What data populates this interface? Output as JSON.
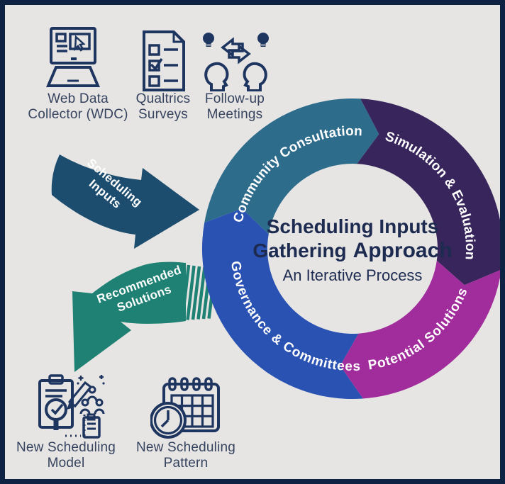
{
  "frame": {
    "background": "#e6e5e3",
    "border_color": "#0e2343"
  },
  "input_sources": {
    "items": [
      {
        "icon": "laptop-web-collector-icon",
        "label": "Web Data Collector (WDC)"
      },
      {
        "icon": "survey-checklist-icon",
        "label": "Qualtrics Surveys"
      },
      {
        "icon": "meeting-discussion-icon",
        "label": "Follow-up Meetings"
      }
    ]
  },
  "input_arrow": {
    "line1": "Scheduling",
    "line2": "Inputs",
    "color": "#1c4d6e"
  },
  "output_arrow": {
    "line1": "Recommended",
    "line2": "Solutions",
    "color": "#1f8173"
  },
  "cycle": {
    "center": {
      "title_line1": "Scheduling Inputs",
      "title_line2_a": "Gathering",
      "title_line2_b": "Approach",
      "subtitle": "An Iterative Process",
      "text_color": "#1d2b50"
    },
    "segments": [
      {
        "label": "Community Consultation",
        "color": "#2e6c8c"
      },
      {
        "label": "Simulation & Evaluation",
        "color": "#38255c"
      },
      {
        "label": "Potential Solutions",
        "color": "#a12c9b"
      },
      {
        "label": "Governance & Committees",
        "color": "#2a52b3"
      }
    ]
  },
  "outputs": {
    "items": [
      {
        "icon": "model-review-icon",
        "label": "New Scheduling Model"
      },
      {
        "icon": "calendar-clock-icon",
        "label": "New Scheduling Pattern"
      }
    ]
  }
}
